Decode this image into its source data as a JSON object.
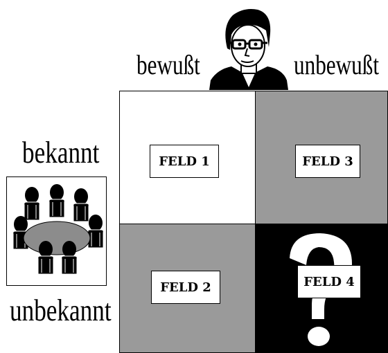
{
  "header": {
    "left_label": "bewußt",
    "right_label": "unbewußt",
    "portrait_icon": "person-portrait-icon"
  },
  "side": {
    "top_label": "bekannt",
    "bottom_label": "unbekannt",
    "meeting_icon": "meeting-table-icon"
  },
  "quadrants": {
    "field1": "FELD 1",
    "field2": "FELD 2",
    "field3": "FELD 3",
    "field4": "FELD 4",
    "question_icon": "question-mark-icon"
  },
  "colors": {
    "white": "#ffffff",
    "gray": "#9a9a9a",
    "black": "#000000"
  }
}
